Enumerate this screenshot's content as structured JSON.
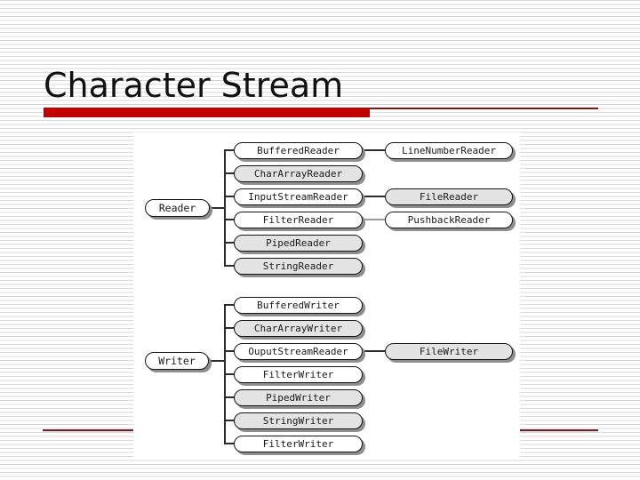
{
  "slide": {
    "title": "Character Stream",
    "accent_red": "#c00000",
    "thin_rule_red": "#7a1717",
    "bottom_rule_dark": "#5d2d2d",
    "bottom_rule_light": "#f5caca",
    "box_gray_fill": "#e3e3e3",
    "box_white_fill": "#ffffff"
  },
  "diagram": {
    "reader": {
      "root": "Reader",
      "children": [
        {
          "name": "BufferedReader",
          "fill": "white",
          "children": [
            {
              "name": "LineNumberReader",
              "fill": "white"
            }
          ]
        },
        {
          "name": "CharArrayReader",
          "fill": "gray",
          "children": []
        },
        {
          "name": "InputStreamReader",
          "fill": "white",
          "children": [
            {
              "name": "FileReader",
              "fill": "gray"
            }
          ]
        },
        {
          "name": "FilterReader",
          "fill": "white",
          "children": [
            {
              "name": "PushbackReader",
              "fill": "white"
            }
          ]
        },
        {
          "name": "PipedReader",
          "fill": "gray",
          "children": []
        },
        {
          "name": "StringReader",
          "fill": "gray",
          "children": []
        }
      ]
    },
    "writer": {
      "root": "Writer",
      "children": [
        {
          "name": "BufferedWriter",
          "fill": "white",
          "children": []
        },
        {
          "name": "CharArrayWriter",
          "fill": "gray",
          "children": []
        },
        {
          "name": "OuputStreamReader",
          "fill": "white",
          "children": [
            {
              "name": "FileWriter",
              "fill": "gray"
            }
          ]
        },
        {
          "name": "FilterWriter",
          "fill": "white",
          "children": []
        },
        {
          "name": "PipedWriter",
          "fill": "gray",
          "children": []
        },
        {
          "name": "StringWriter",
          "fill": "gray",
          "children": []
        },
        {
          "name": "FilterWriter",
          "fill": "white",
          "children": []
        }
      ]
    }
  }
}
